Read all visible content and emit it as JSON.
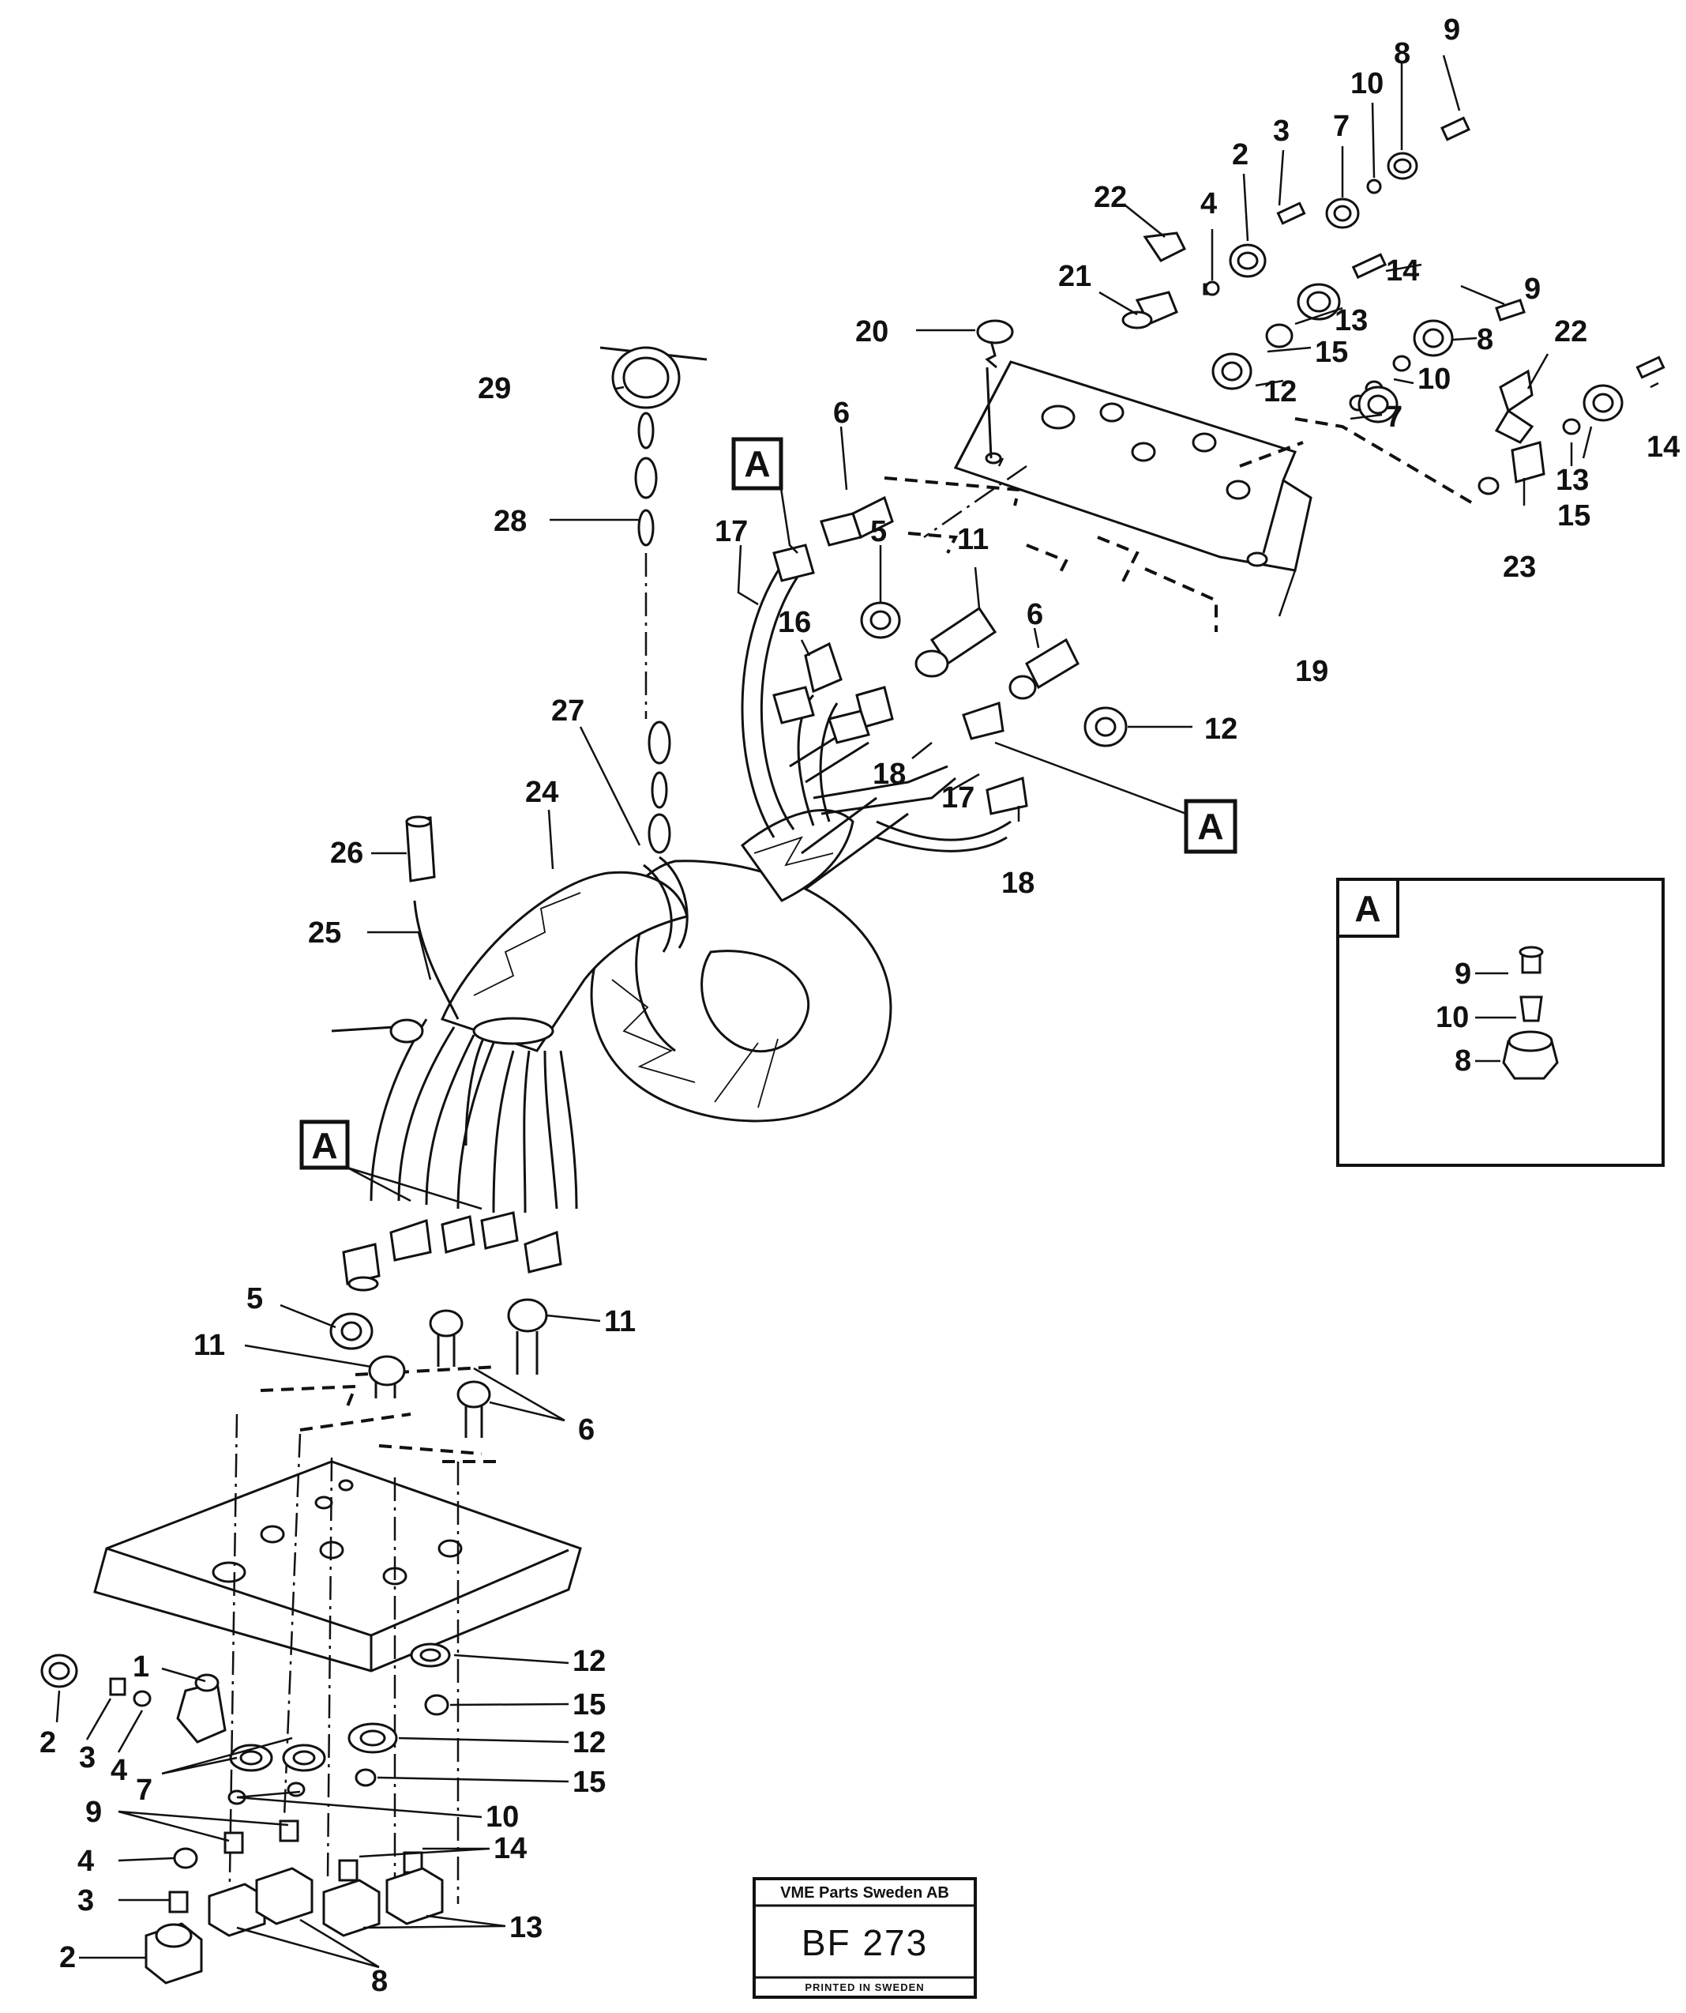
{
  "detail_marker": "A",
  "stamp": {
    "company": "VME Parts Sweden AB",
    "code": "BF 273",
    "footer": "PRINTED IN SWEDEN"
  },
  "callouts": [
    {
      "id": "c9-top",
      "label": "9"
    },
    {
      "id": "c8-top",
      "label": "8"
    },
    {
      "id": "c10-top",
      "label": "10"
    },
    {
      "id": "c3-top",
      "label": "3"
    },
    {
      "id": "c7-top",
      "label": "7"
    },
    {
      "id": "c2-top",
      "label": "2"
    },
    {
      "id": "c22-top",
      "label": "22"
    },
    {
      "id": "c4-top",
      "label": "4"
    },
    {
      "id": "c21",
      "label": "21"
    },
    {
      "id": "c14-top",
      "label": "14"
    },
    {
      "id": "c9-right",
      "label": "9"
    },
    {
      "id": "c20",
      "label": "20"
    },
    {
      "id": "c13-top",
      "label": "13"
    },
    {
      "id": "c22-right",
      "label": "22"
    },
    {
      "id": "c8-right",
      "label": "8"
    },
    {
      "id": "c15-top",
      "label": "15"
    },
    {
      "id": "c10-right",
      "label": "10"
    },
    {
      "id": "c29",
      "label": "29"
    },
    {
      "id": "c12-top",
      "label": "12"
    },
    {
      "id": "c7-right",
      "label": "7"
    },
    {
      "id": "c14-right",
      "label": "14"
    },
    {
      "id": "c13-right",
      "label": "13"
    },
    {
      "id": "c6-top",
      "label": "6"
    },
    {
      "id": "c15-right",
      "label": "15"
    },
    {
      "id": "c28",
      "label": "28"
    },
    {
      "id": "c17-top",
      "label": "17"
    },
    {
      "id": "c5-top",
      "label": "5"
    },
    {
      "id": "c11-top",
      "label": "11"
    },
    {
      "id": "c23",
      "label": "23"
    },
    {
      "id": "c16",
      "label": "16"
    },
    {
      "id": "c6-mid",
      "label": "6"
    },
    {
      "id": "c19",
      "label": "19"
    },
    {
      "id": "c27",
      "label": "27"
    },
    {
      "id": "c12-mid",
      "label": "12"
    },
    {
      "id": "c24",
      "label": "24"
    },
    {
      "id": "c18-a",
      "label": "18"
    },
    {
      "id": "c17-b",
      "label": "17"
    },
    {
      "id": "c26",
      "label": "26"
    },
    {
      "id": "c18-b",
      "label": "18"
    },
    {
      "id": "c25",
      "label": "25"
    },
    {
      "id": "c9-detail",
      "label": "9"
    },
    {
      "id": "c10-detail",
      "label": "10"
    },
    {
      "id": "c8-detail",
      "label": "8"
    },
    {
      "id": "c5-bottom",
      "label": "5"
    },
    {
      "id": "c11-bottom-r",
      "label": "11"
    },
    {
      "id": "c11-bottom-l",
      "label": "11"
    },
    {
      "id": "c6-bottom",
      "label": "6"
    },
    {
      "id": "c1",
      "label": "1"
    },
    {
      "id": "c12-bottom-a",
      "label": "12"
    },
    {
      "id": "c15-bottom-a",
      "label": "15"
    },
    {
      "id": "c2-bottom-a",
      "label": "2"
    },
    {
      "id": "c3-bottom-a",
      "label": "3"
    },
    {
      "id": "c4-bottom-a",
      "label": "4"
    },
    {
      "id": "c12-bottom-b",
      "label": "12"
    },
    {
      "id": "c7-bottom",
      "label": "7"
    },
    {
      "id": "c15-bottom-b",
      "label": "15"
    },
    {
      "id": "c9-bottom",
      "label": "9"
    },
    {
      "id": "c10-bottom",
      "label": "10"
    },
    {
      "id": "c14-bottom",
      "label": "14"
    },
    {
      "id": "c4-bottom-b",
      "label": "4"
    },
    {
      "id": "c3-bottom-b",
      "label": "3"
    },
    {
      "id": "c13-bottom",
      "label": "13"
    },
    {
      "id": "c2-bottom-b",
      "label": "2"
    },
    {
      "id": "c8-bottom",
      "label": "8"
    }
  ]
}
